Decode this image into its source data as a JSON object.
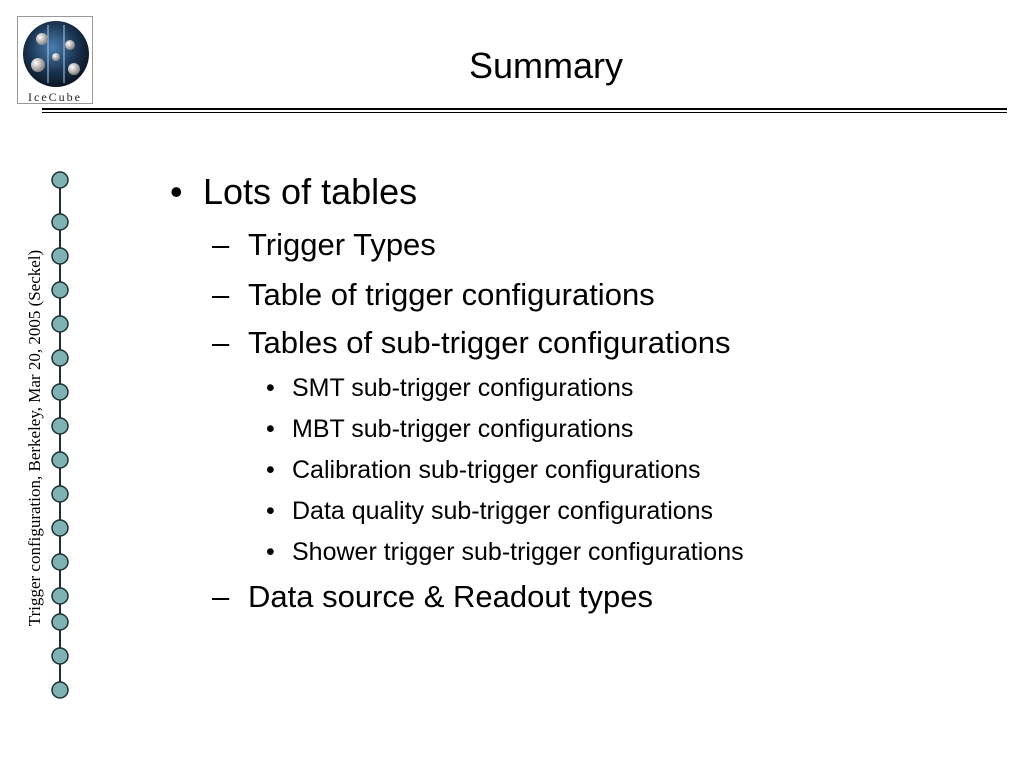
{
  "logo": {
    "text": "IceCube"
  },
  "title": "Summary",
  "side_caption": "Trigger configuration, Berkeley, Mar 20, 2005 (Seckel)",
  "bullets": [
    {
      "level": 1,
      "marker": "•",
      "text": "Lots of tables"
    },
    {
      "level": 2,
      "marker": "–",
      "text": "Trigger Types"
    },
    {
      "level": 2,
      "marker": "–",
      "text": "Table of trigger configurations"
    },
    {
      "level": 2,
      "marker": "–",
      "text": "Tables of sub-trigger configurations"
    },
    {
      "level": 3,
      "marker": "•",
      "text": "SMT sub-trigger configurations"
    },
    {
      "level": 3,
      "marker": "•",
      "text": "MBT sub-trigger configurations"
    },
    {
      "level": 3,
      "marker": "•",
      "text": "Calibration sub-trigger configurations"
    },
    {
      "level": 3,
      "marker": "•",
      "text": "Data quality sub-trigger configurations"
    },
    {
      "level": 3,
      "marker": "•",
      "text": "Shower trigger sub-trigger configurations"
    },
    {
      "level": 2,
      "marker": "–",
      "text": "Data source & Readout types"
    }
  ],
  "colors": {
    "bead": "#7fb3b3",
    "bead_stroke": "#1f2f2f",
    "rule": "#000000"
  }
}
